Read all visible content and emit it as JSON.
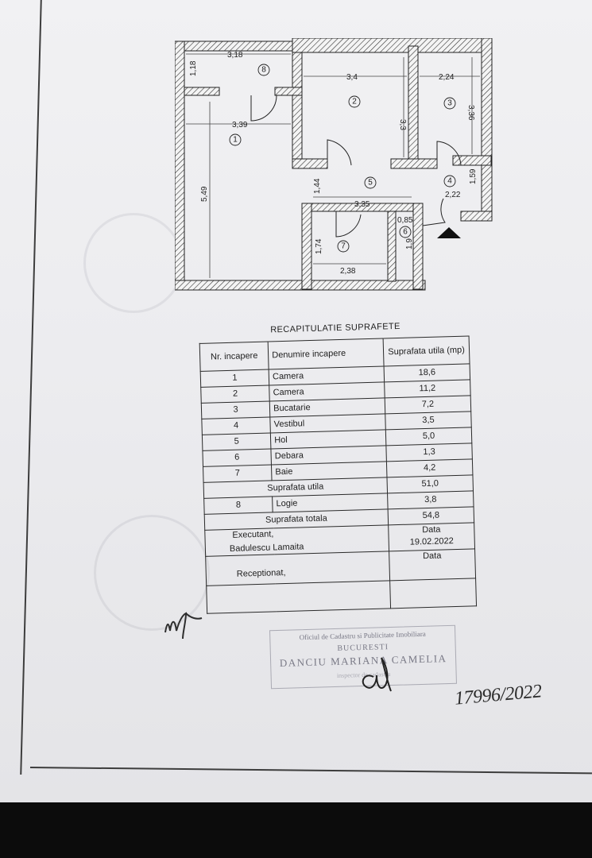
{
  "floor_plan": {
    "dimensions": [
      "3,18",
      "1,18",
      "3,4",
      "2,24",
      "3,39",
      "3,3",
      "3,36",
      "5,49",
      "1,44",
      "3,35",
      "2,22",
      "1,59",
      "0,85",
      "1,74",
      "2,38",
      "1,9"
    ],
    "room_numbers": [
      "1",
      "2",
      "3",
      "4",
      "5",
      "6",
      "7",
      "8"
    ]
  },
  "summary": {
    "title": "RECAPITULATIE SUPRAFETE",
    "headers": {
      "number": "Nr. incapere",
      "name": "Denumire incapere",
      "area": "Suprafata utila (mp)"
    },
    "rooms": [
      {
        "nr": "1",
        "name": "Camera",
        "area": "18,6"
      },
      {
        "nr": "2",
        "name": "Camera",
        "area": "11,2"
      },
      {
        "nr": "3",
        "name": "Bucatarie",
        "area": "7,2"
      },
      {
        "nr": "4",
        "name": "Vestibul",
        "area": "3,5"
      },
      {
        "nr": "5",
        "name": "Hol",
        "area": "5,0"
      },
      {
        "nr": "6",
        "name": "Debara",
        "area": "1,3"
      },
      {
        "nr": "7",
        "name": "Baie",
        "area": "4,2"
      }
    ],
    "useful_label": "Suprafata utila",
    "useful_value": "51,0",
    "logia": {
      "nr": "8",
      "name": "Logie",
      "area": "3,8"
    },
    "total_label": "Suprafata totala",
    "total_value": "54,8",
    "executor_label": "Executant,",
    "executor_name": "Badulescu Lamaita",
    "date_label": "Data",
    "executor_date": "19.02.2022",
    "receiver_label": "Receptionat,",
    "receiver_date_label": "Data"
  },
  "stamp": {
    "line1": "Oficiul de Cadastru si Publicitate Imobiliara",
    "line2": "BUCURESTI",
    "line3": "DANCIU MARIANA CAMELIA",
    "line4": "inspector de cadastru"
  },
  "registration_number": "17996/2022"
}
